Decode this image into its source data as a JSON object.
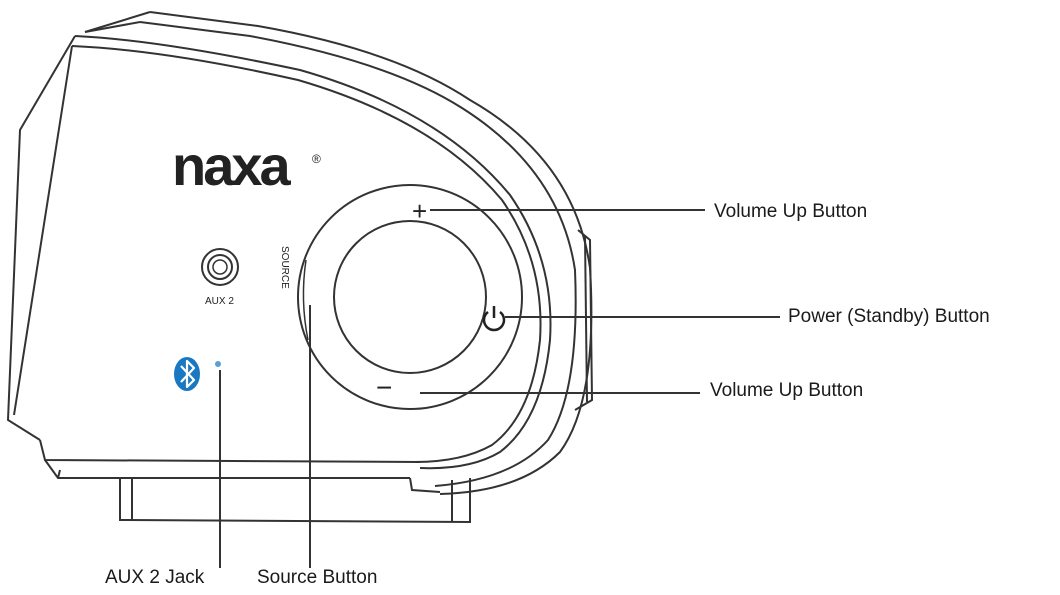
{
  "device": {
    "brand_logo": "naxa",
    "registered_mark": "®",
    "aux_port_label": "AUX 2",
    "source_label": "SOURCE",
    "volume_up_symbol": "+",
    "volume_down_symbol": "−",
    "power_icon": "power-icon",
    "bluetooth_icon": "bluetooth-icon",
    "bluetooth_color": "#1a78c2"
  },
  "callouts": {
    "volume_up_top": "Volume Up Button",
    "power": "Power (Standby) Button",
    "volume_up_bottom": "Volume Up Button",
    "aux_jack": "AUX 2 Jack",
    "source": "Source Button"
  }
}
